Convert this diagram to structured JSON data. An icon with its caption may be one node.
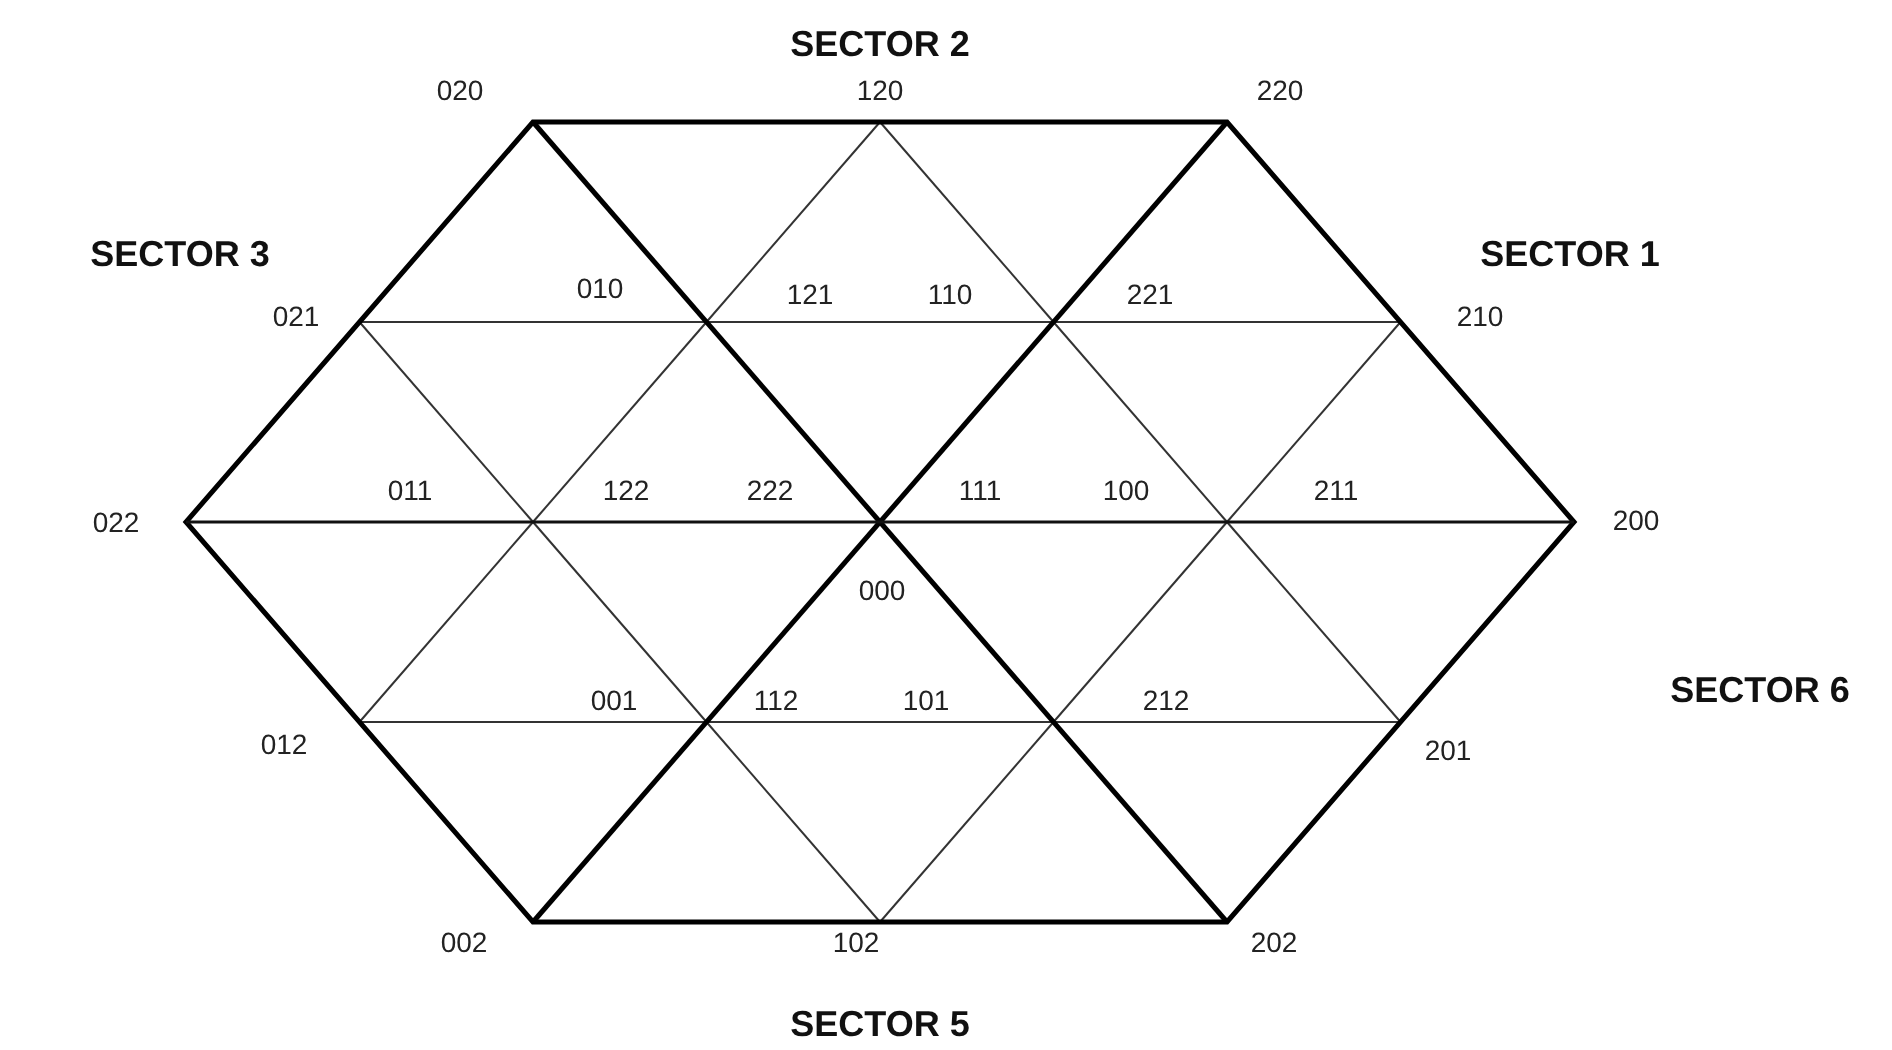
{
  "diagram": {
    "labels": [
      "SECTOR 2",
      "020",
      "120",
      "220",
      "SECTOR 3",
      "SECTOR 1",
      "010",
      "121",
      "110",
      "221",
      "021",
      "210",
      "011",
      "122",
      "222",
      "111",
      "100",
      "211",
      "022",
      "200",
      "000",
      "001",
      "112",
      "101",
      "212",
      "SECTOR 6",
      "012",
      "201",
      "002",
      "102",
      "202",
      "SECTOR 5"
    ]
  }
}
